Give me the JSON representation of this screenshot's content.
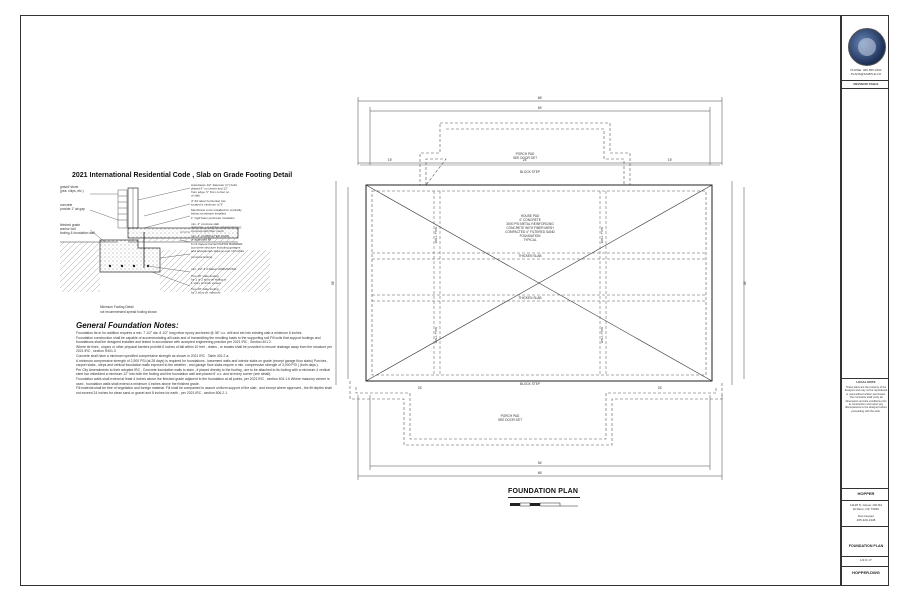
{
  "detail": {
    "title": "2021 International Residential Code , Slab on Grade Footing Detail",
    "callouts_left": [
      "gravel/ stone",
      "(pea, chips, etc.)",
      "concrete",
      "provide 1\" air gap",
      "finished grade",
      "anchor bolt",
      "footing & foundation wall"
    ],
    "callouts_right": [
      "Autoclaves 1/2\" diameter (1\") bolts",
      "placed 6\" on center and 12\"",
      "from edge, 6\" from corner on",
      "of slab",
      "4\" #4 rebar horizontal, bar",
      "located a minimum of 3\"",
      "Membrane to be installed for vertically",
      "below membrane installed",
      "1\" rigid foam perimeter insulation",
      "min. 4\" concrete slab",
      "3000 PSI, 1/2 METAL REINFORCING",
      "concrete with fiber mesh",
      "min. 4\" COMPACTED SAND",
      "or approved fill",
      "6 mil Vapour barrier/VAPOR BARRIER",
      "(concrete structure including garages",
      "and accessories slope is over 10 inches",
      "concrete footing",
      "min. 1/2\" # 4 Rebar HORIZONTAL",
      "Two 16\" wide footing",
      "for 1 or 2 story w/ siding or",
      "1 story w/ brick veneer",
      "Two 20\" wide footing",
      "for 2 story w/ masonry"
    ],
    "bottom_caption": "Minimum Footing Detail",
    "bottom_caption2": "not recommended spread footing shown"
  },
  "notes": {
    "title": "General Foundation Notes:",
    "paragraphs": [
      "Foundation tie-in for addition requires a min. 7 1/2\" dia. 8 1/2\" long rebar epoxy anchored @ 36\" o.c. drill and set into existing slab a minimum 6 inches.",
      "Foundation construction shall be capable of accommodating all loads and of transmitting the resulting loads to the supporting soil Fill soils that support footings and foundations shall be designed installed and tested in accordance with accepted engineering practice per 2021 IRC , Section 401.2.",
      "Where tie lines , slopes or other physical barriers prohibit 6 inches of fall within 10 feet , drains , or swales shall be provided to ensure drainage away from the structure per 2021 IRC , section R401.3",
      "Concrete shall have a minimum specified compressive strength as shown in 2021 IRC , Table 402.2 a.",
      "A minimum compressive strength of 2,500 PSI (at 28 days) is required for foundations , basement walls and interior slabs on grade (except garage floor slabs) Porches , carport slabs , steps and vertical foundation walls exposed to the weather , and garage floor slabs require a min. compressive strength of 3,000 PSI ( (both days ).",
      "Per City Amendments to their adopted IRC , Concrete foundation walls to stain , if placed directly to the footing , are to be attached to its footing with a minimum 4 vertical steel bar imbedded a minimum 12\" into both the footing and the foundation wall and placed 6' o.c. and at every corner (see detail).",
      "Foundation walls shall extend at least 4 inches above the finished grade adjacent to the foundation at all points, per 2021 IRC , section 404.1.6 Where masonry veneer is used , foundation walls shall extend a minimum 4 inches above the finished grade.",
      "Fill material shall be free of vegetation and foreign material. Fill shall be compacted to assure uniform support of the slab , and except where approved , the fill depths shall not exceed 24 inches for clean sand or gravel and 8 inches for earth , per 2021 IRC , section 506.2.1."
    ]
  },
  "plan": {
    "title": "FOUNDATION PLAN",
    "porch_top_label": "PORCH PAD",
    "porch_top_sub": "SEE DOOR DET",
    "house_pad_lines": [
      "HOUSE PAD",
      "4\" CONCRETE",
      "3000 PSI METAL REINFORCING",
      "CONCRETE WITH FIBER MESH",
      "COMPACTED 4\" FILTERED SAND",
      "FOUNDATION",
      "TYPICAL"
    ],
    "thicken_slab_top": "THICKEN SLAB",
    "thicken_slab_mid": "THICKEN SLAB",
    "block_step_top": "BLOCK STEP",
    "block_step_bottom": "BLOCK STEP",
    "porch_bottom_label": "PORCH PAD",
    "porch_bottom_sub": "SEE DOOR DET",
    "side_labels": [
      "WALL TYPE",
      "WALL TYPE",
      "WALL TYPE",
      "WALL TYPE"
    ],
    "dims": {
      "top_overall": "66'",
      "top_inner": "54'",
      "porch_left": "15'",
      "porch_width": "24'",
      "porch_right": "15'",
      "left_overall": "36'",
      "right_overall": "36'",
      "bottom_left": "24'",
      "bottom_right": "24'",
      "bottom_inner": "54'",
      "bottom_overall": "66'"
    }
  },
  "titleblock": {
    "company_lines": [
      "PHONE: 405-555-0194",
      "PLANS@SAMPLE.CO"
    ],
    "banner": "REVISION TABLE",
    "legal_heading": "LEGAL NOTE",
    "legal_text": "These plans are the property of the designer and may not be reproduced or used without written permission. The contractor shall verify all dimensions and site conditions prior to construction and report any discrepancies to the designer before proceeding with the work.",
    "owner": "HOPPER",
    "address_lines": [
      "11128 N. Glover 100 Rd",
      "El Reno, OK 73036"
    ],
    "contact_lines": [
      "Dan Hopper",
      "405-320-1348"
    ],
    "sheet_title": "FOUNDATION PLAN",
    "scale": "1/4=1'-0\"",
    "drawing_no": "HOPPER.DWG"
  },
  "colors": {
    "line": "#333333",
    "dashed": "#555555",
    "logo_navy": "#1c2f55"
  }
}
